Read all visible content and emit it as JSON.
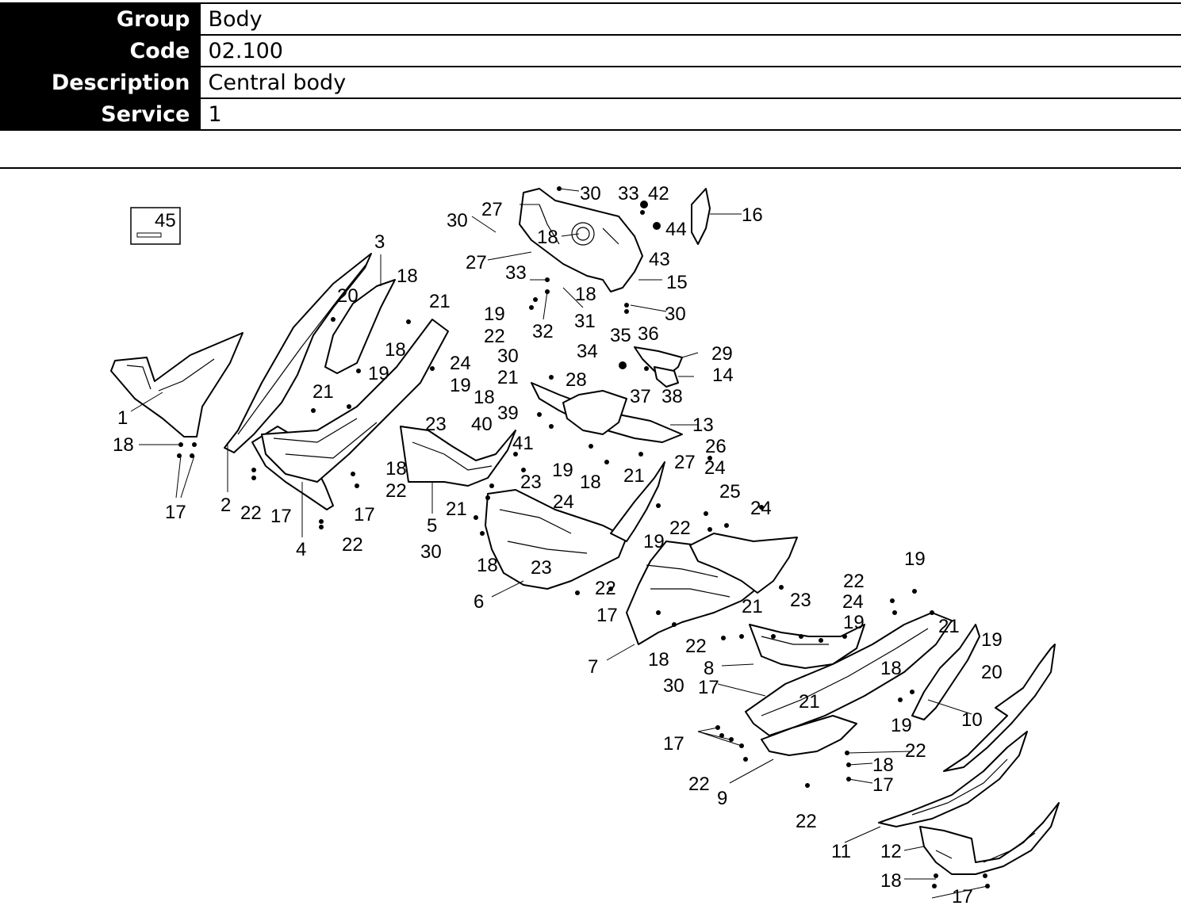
{
  "info": {
    "group_label": "Group",
    "group_value": "Body",
    "code_label": "Code",
    "code_value": "02.100",
    "description_label": "Description",
    "description_value": "Central body",
    "service_label": "Service",
    "service_value": "1"
  },
  "diagram": {
    "callouts": [
      "1",
      "2",
      "3",
      "4",
      "5",
      "6",
      "7",
      "8",
      "9",
      "10",
      "11",
      "12",
      "13",
      "14",
      "15",
      "16",
      "17",
      "18",
      "19",
      "20",
      "21",
      "22",
      "23",
      "24",
      "25",
      "26",
      "27",
      "28",
      "29",
      "30",
      "31",
      "32",
      "33",
      "34",
      "35",
      "36",
      "37",
      "38",
      "39",
      "40",
      "41",
      "42",
      "43",
      "44",
      "45"
    ],
    "kit_box_label": "45"
  }
}
